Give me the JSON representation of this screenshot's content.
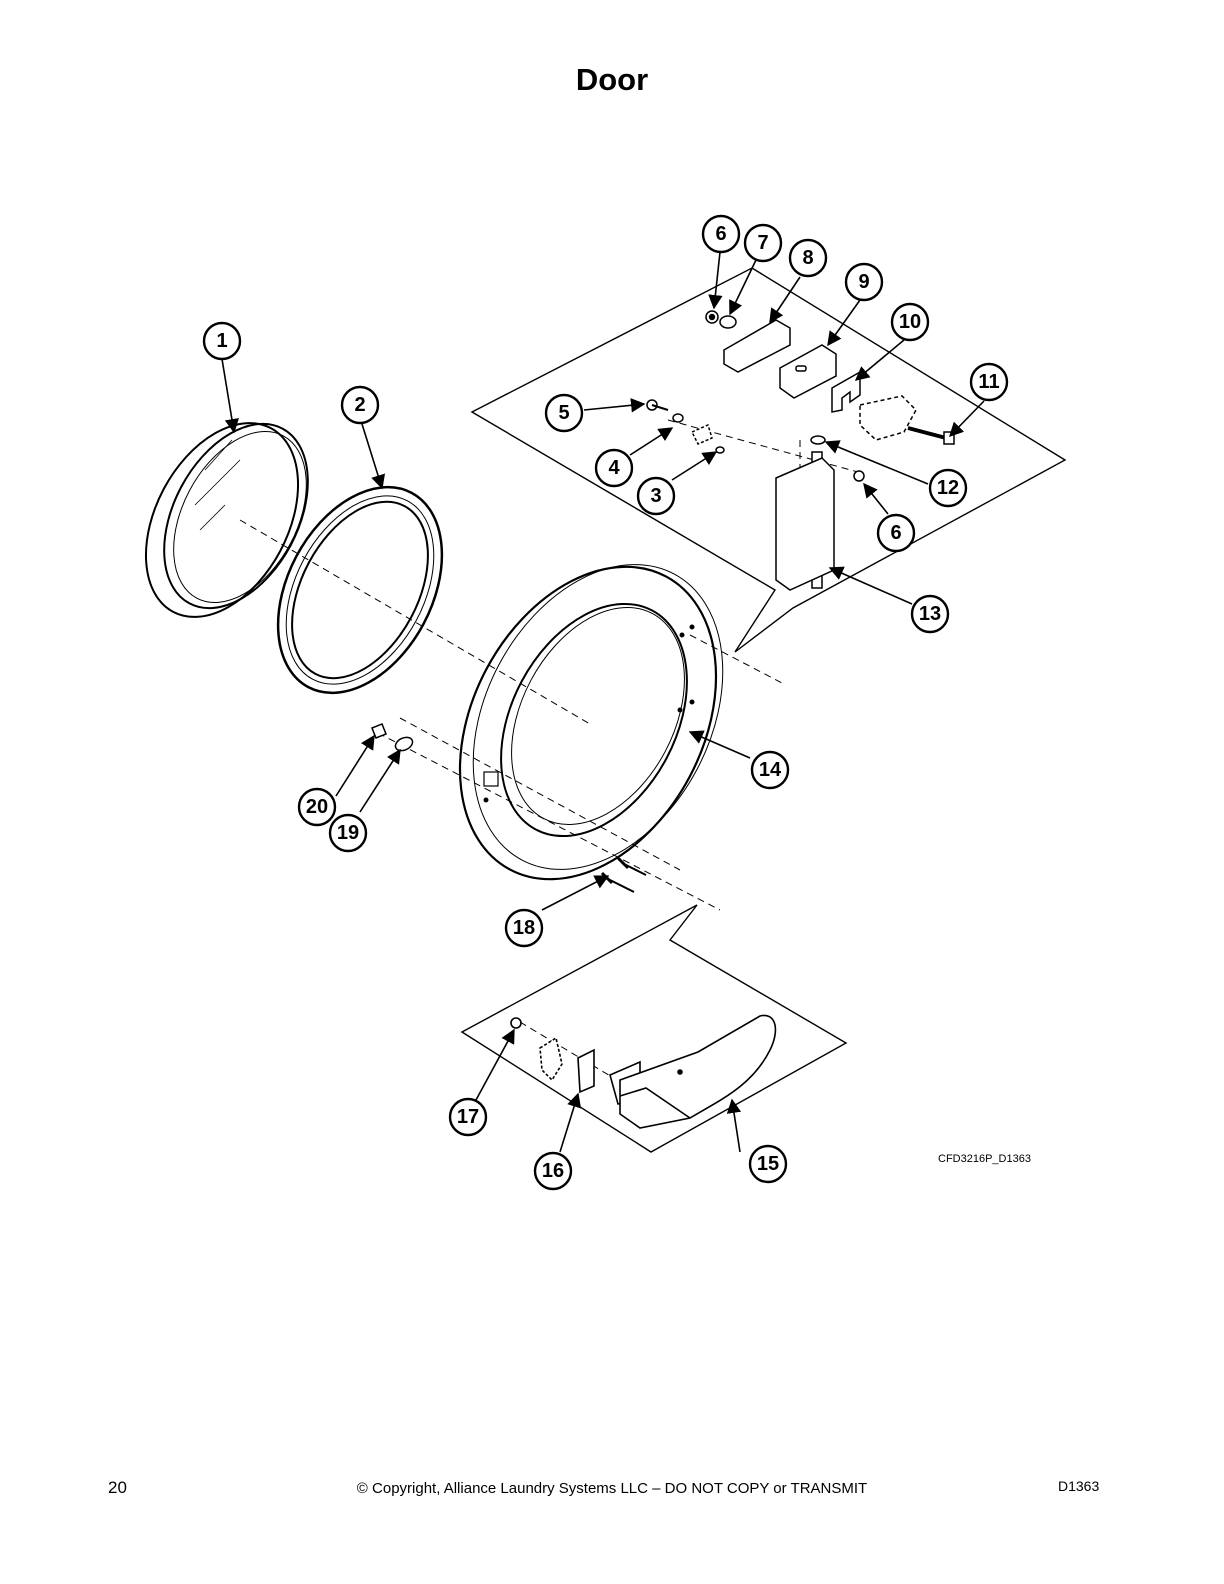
{
  "page": {
    "title": "Door",
    "drawing_code": "CFD3216P_D1363",
    "page_number": "20",
    "copyright": "© Copyright, Alliance Laundry Systems LLC – DO NOT COPY or TRANSMIT",
    "doc_id": "D1363"
  },
  "callouts": [
    {
      "id": "c1",
      "label": "1"
    },
    {
      "id": "c2",
      "label": "2"
    },
    {
      "id": "c3",
      "label": "3"
    },
    {
      "id": "c4",
      "label": "4"
    },
    {
      "id": "c5",
      "label": "5"
    },
    {
      "id": "c6a",
      "label": "6"
    },
    {
      "id": "c6b",
      "label": "6"
    },
    {
      "id": "c7",
      "label": "7"
    },
    {
      "id": "c8",
      "label": "8"
    },
    {
      "id": "c9",
      "label": "9"
    },
    {
      "id": "c10",
      "label": "10"
    },
    {
      "id": "c11",
      "label": "11"
    },
    {
      "id": "c12",
      "label": "12"
    },
    {
      "id": "c13",
      "label": "13"
    },
    {
      "id": "c14",
      "label": "14"
    },
    {
      "id": "c15",
      "label": "15"
    },
    {
      "id": "c16",
      "label": "16"
    },
    {
      "id": "c17",
      "label": "17"
    },
    {
      "id": "c18",
      "label": "18"
    },
    {
      "id": "c19",
      "label": "19"
    },
    {
      "id": "c20",
      "label": "20"
    }
  ]
}
